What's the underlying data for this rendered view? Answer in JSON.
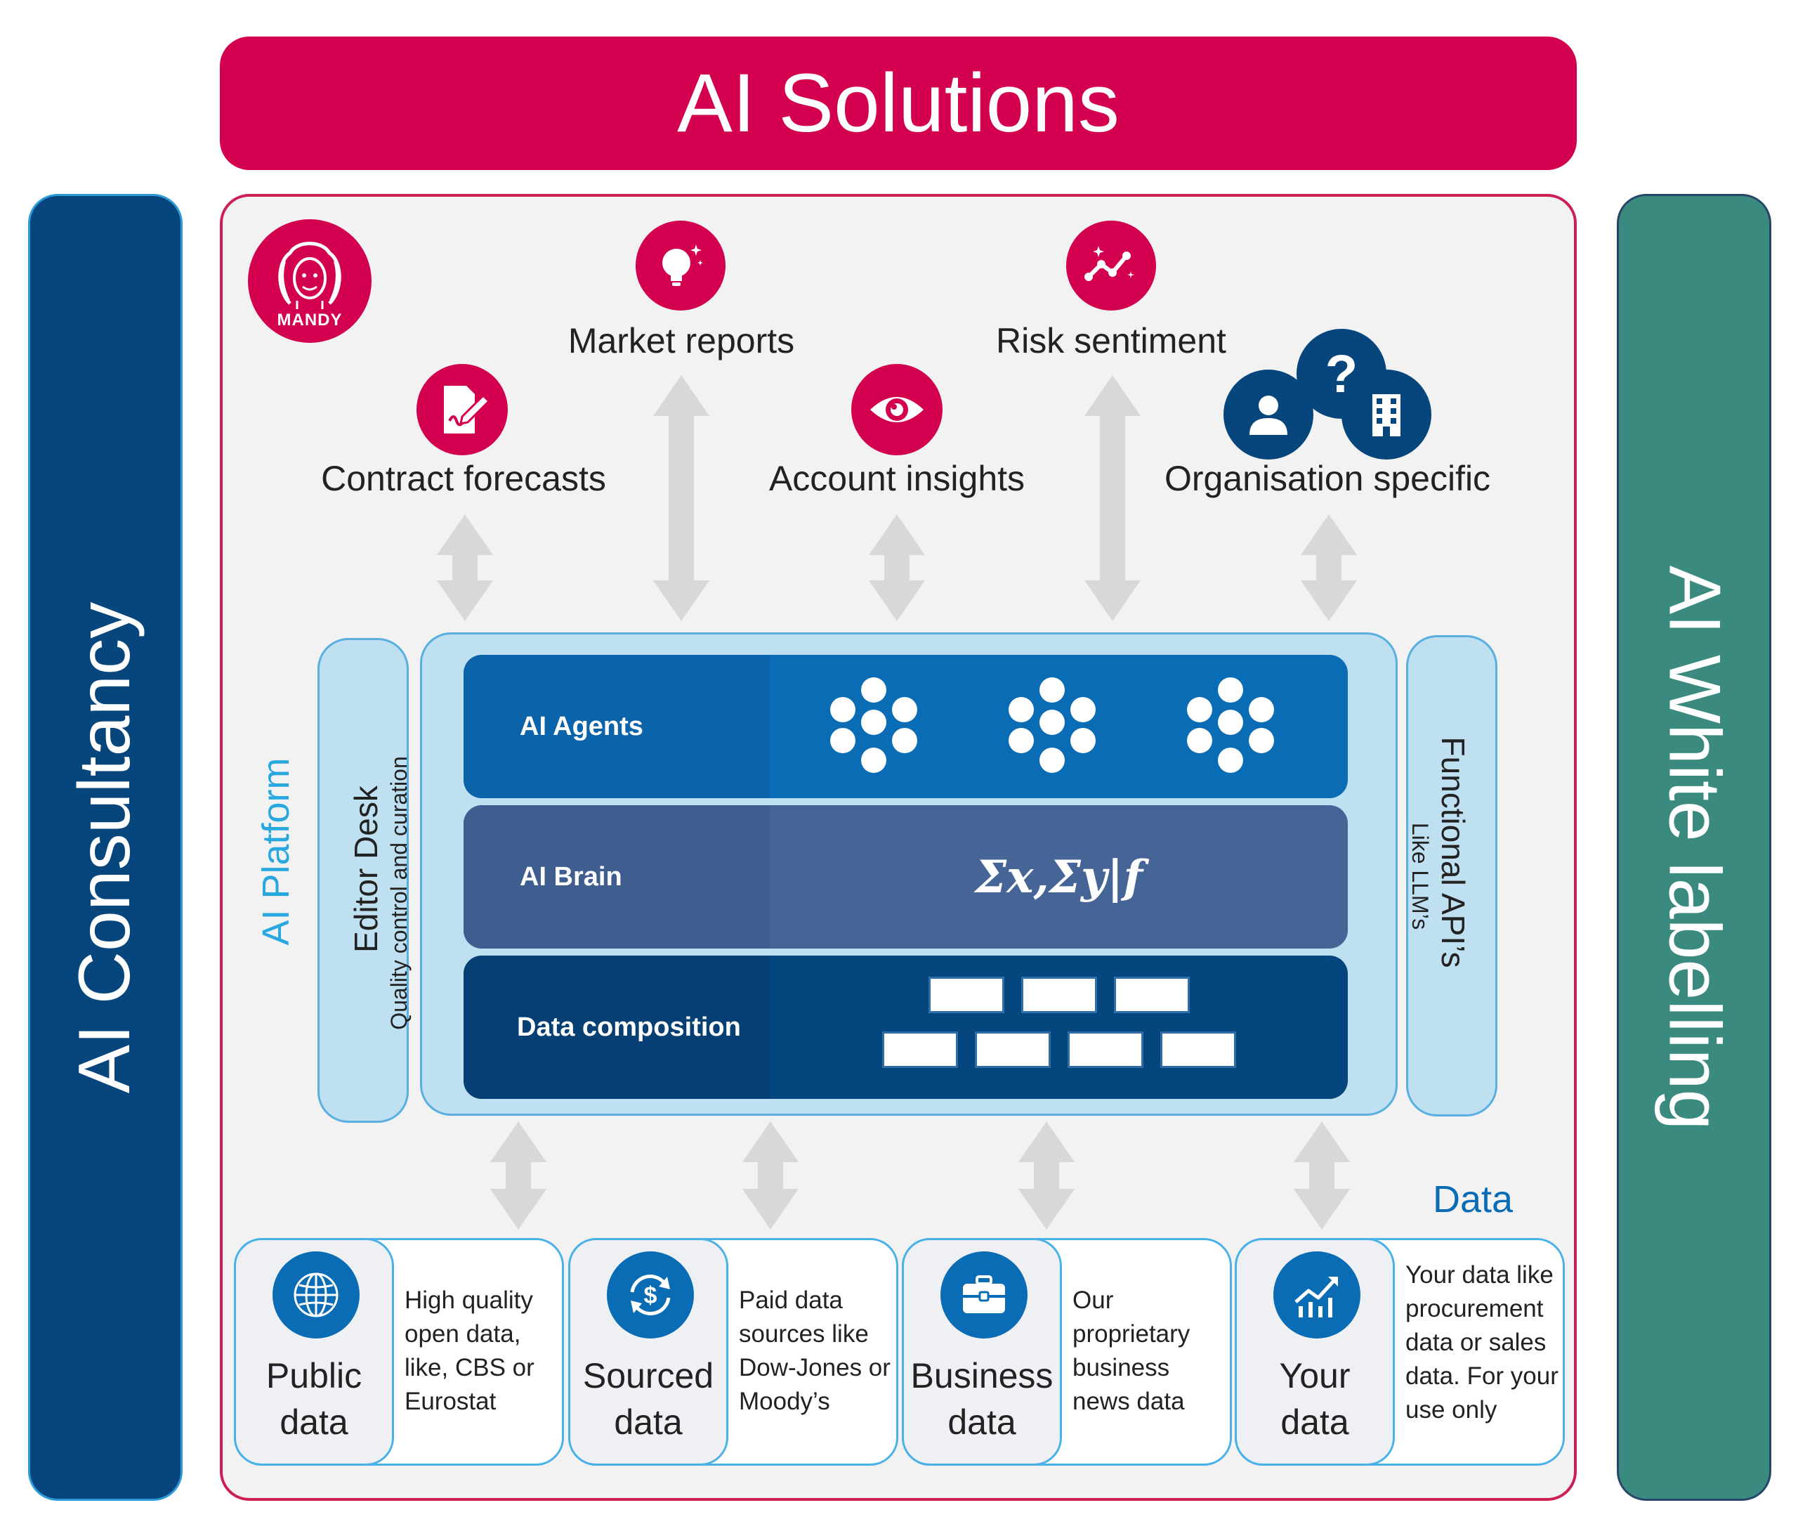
{
  "banner": {
    "title": "AI Solutions"
  },
  "left_bar": {
    "label": "AI Consultancy"
  },
  "right_bar": {
    "label": "AI White labelling"
  },
  "logo": {
    "text": "MANDY"
  },
  "solutions": [
    {
      "label": "Contract forecasts",
      "icon": "contract-edit-icon"
    },
    {
      "label": "Market reports",
      "icon": "lightbulb-icon"
    },
    {
      "label": "Account insights",
      "icon": "eye-icon"
    },
    {
      "label": "Risk sentiment",
      "icon": "trend-line-icon"
    },
    {
      "label": "Organisation specific",
      "icon": "organisation-icon"
    }
  ],
  "organisation_icon": {
    "question": "?"
  },
  "platform": {
    "title": "AI Platform",
    "editor_desk": {
      "title": "Editor Desk",
      "subtitle": "Quality control and curation"
    },
    "functional_apis": {
      "title": "Functional API’s",
      "subtitle": "Like LLM’s"
    },
    "layers": [
      {
        "label": "AI Agents"
      },
      {
        "label": "AI Brain",
        "formula": "Σx,Σy|f"
      },
      {
        "label": "Data composition"
      }
    ]
  },
  "data_section": {
    "title": "Data",
    "cards": [
      {
        "title_line1": "Public",
        "title_line2": "data",
        "description": [
          "High quality",
          "open data,",
          "like, CBS or",
          "Eurostat"
        ],
        "icon": "globe-icon"
      },
      {
        "title_line1": "Sourced",
        "title_line2": "data",
        "description": [
          "Paid data",
          "sources like",
          "Dow-Jones or",
          "Moody’s"
        ],
        "icon": "dollar-exchange-icon"
      },
      {
        "title_line1": "Business",
        "title_line2": "data",
        "description": [
          "Our",
          "proprietary",
          "business",
          "news data"
        ],
        "icon": "briefcase-icon"
      },
      {
        "title_line1": "Your",
        "title_line2": "data",
        "description": [
          "Your data like",
          "procurement",
          "data or sales",
          "data. For your",
          "use only"
        ],
        "icon": "growth-chart-icon"
      }
    ]
  },
  "colors": {
    "brand_red": "#d3004f",
    "navy": "#06467d",
    "teal": "#3b8a80",
    "platform_light": "#bfe0f0",
    "agents_blue": "#0a6cb5",
    "brain_blue": "#456597",
    "data_navy": "#05467e",
    "arrow_grey": "#d8d8d8"
  }
}
